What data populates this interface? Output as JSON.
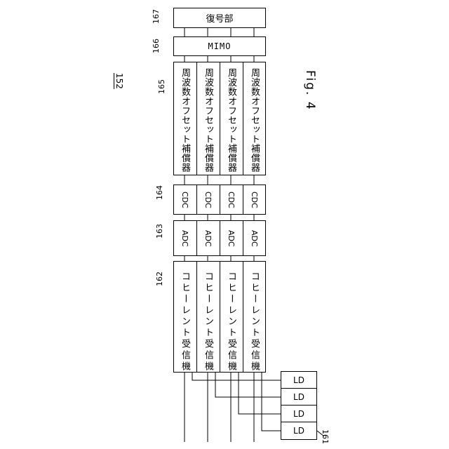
{
  "device_label": "152",
  "figure_label": "Fig. 4",
  "blocks": {
    "decoder": {
      "ref": "167",
      "label": "復号部"
    },
    "mimo": {
      "ref": "166",
      "label": "MIMO"
    },
    "freq_offset": {
      "ref": "165",
      "label": "周波数オフセット補償器"
    },
    "cdc": {
      "ref": "164",
      "label": "CDC"
    },
    "adc": {
      "ref": "163",
      "label": "ADC"
    },
    "receiver": {
      "ref": "162",
      "label": "コヒーレント受信機"
    },
    "ld": {
      "ref": "161",
      "label": "LD"
    }
  }
}
